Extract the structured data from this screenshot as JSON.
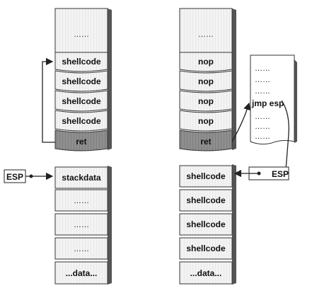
{
  "left_stack": {
    "upper_cells": [
      "……",
      "shellcode",
      "shellcode",
      "shellcode",
      "shellcode",
      "ret"
    ],
    "lower_cells": [
      "stackdata",
      "……",
      "……",
      "……",
      "...data..."
    ],
    "register_label": "ESP"
  },
  "right_stack": {
    "upper_cells": [
      "……",
      "nop",
      "nop",
      "nop",
      "nop",
      "ret"
    ],
    "lower_cells": [
      "shellcode",
      "shellcode",
      "shellcode",
      "shellcode",
      "...data..."
    ],
    "register_label": "ESP"
  },
  "code_area": {
    "cells": [
      "……",
      "……",
      "……",
      "jmp esp",
      "……",
      "……",
      "……"
    ]
  },
  "colors": {
    "cell_fill": "#f4f4f4",
    "cell_stroke": "#333333",
    "ret_fill": "#9a9a9a",
    "side_shadow": "#666666",
    "arrow": "#222222"
  }
}
